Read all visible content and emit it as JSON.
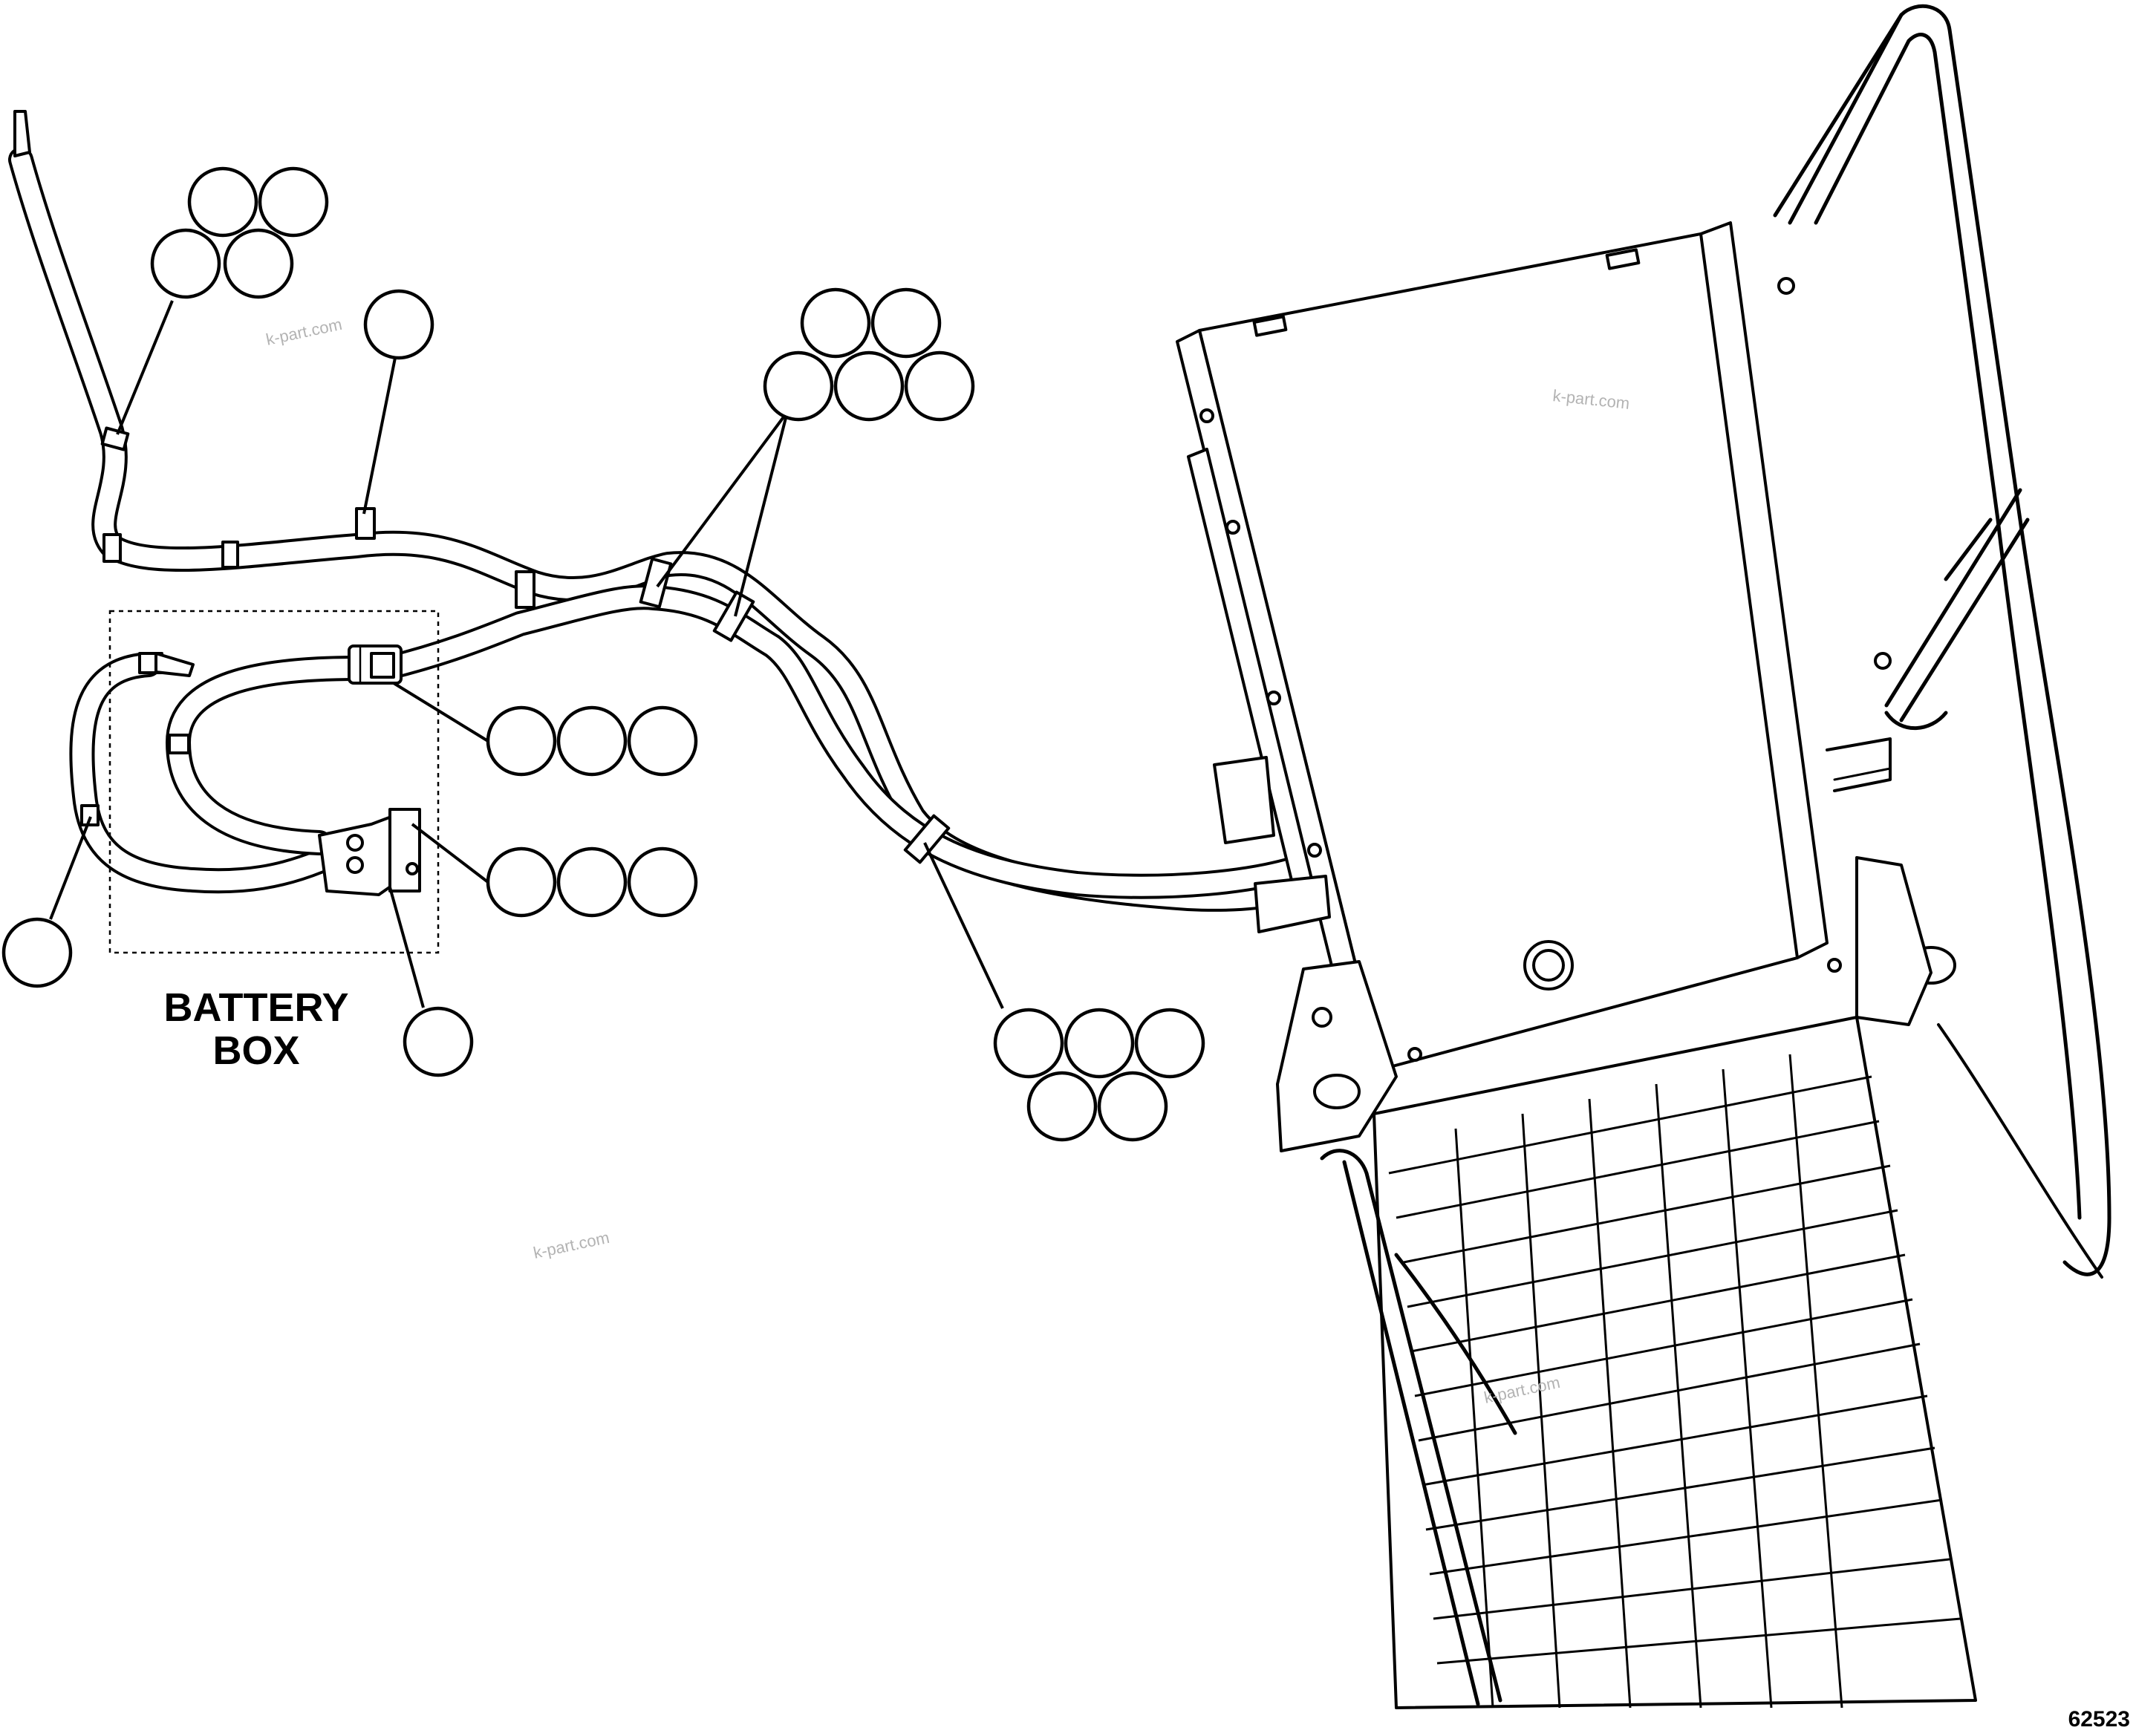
{
  "labels": {
    "battery_box_line1": "BATTERY",
    "battery_box_line2": "BOX",
    "figure_number": "62523"
  },
  "watermarks": [
    "k-part.com",
    "k-part.com",
    "k-part.com",
    "k-part.com"
  ]
}
